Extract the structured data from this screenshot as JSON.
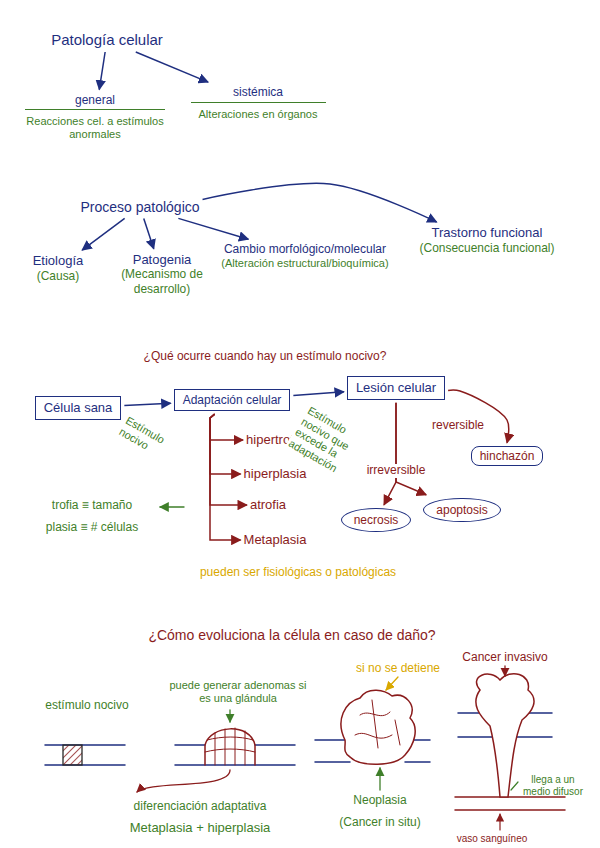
{
  "diagram": {
    "nodes": [
      {
        "text": [
          "Patología celular"
        ]
      },
      {
        "text": [
          "general",
          "Reacciones cel. a estímulos anormales"
        ]
      },
      {
        "text": [
          "sistémica",
          "Alteraciones en órganos"
        ]
      },
      {
        "text": [
          "Proceso patológico"
        ]
      },
      {
        "text": [
          "Etiología",
          "(Causa)"
        ]
      },
      {
        "text": [
          "Patogenia",
          "(Mecanismo de desarrollo)"
        ]
      },
      {
        "text": [
          "Cambio morfológico/molecular",
          "(Alteración estructural/bioquímica)"
        ]
      },
      {
        "text": [
          "Trastorno funcional",
          "(Consecuencia funcional)"
        ]
      },
      {
        "text": [
          "Célula sana"
        ]
      },
      {
        "text": [
          "Adaptación celular"
        ]
      },
      {
        "text": [
          "Lesión celular"
        ]
      },
      {
        "text": [
          "hipertrofia"
        ]
      },
      {
        "text": [
          "hiperplasia"
        ]
      },
      {
        "text": [
          "atrofia"
        ]
      },
      {
        "text": [
          "Metaplasia"
        ]
      },
      {
        "text": [
          "hinchazón"
        ]
      },
      {
        "text": [
          "necrosis"
        ]
      },
      {
        "text": [
          "apoptosis"
        ]
      }
    ],
    "edges": [
      {
        "from": 0,
        "to": 1,
        "arrow": "to"
      },
      {
        "from": 0,
        "to": 2,
        "arrow": "to"
      },
      {
        "from": 3,
        "to": 4,
        "arrow": "to"
      },
      {
        "from": 3,
        "to": 5,
        "arrow": "to"
      },
      {
        "from": 3,
        "to": 6,
        "arrow": "to"
      },
      {
        "from": 3,
        "to": 7,
        "arrow": "to"
      },
      {
        "from": 8,
        "to": 9,
        "label": "Estímulo nocivo",
        "arrow": "to"
      },
      {
        "from": 9,
        "to": 10,
        "label": "Estímulo nocivo que excede la adaptación",
        "arrow": "to"
      },
      {
        "from": 9,
        "to": 11,
        "arrow": "to"
      },
      {
        "from": 9,
        "to": 12,
        "arrow": "to"
      },
      {
        "from": 9,
        "to": 13,
        "arrow": "to"
      },
      {
        "from": 9,
        "to": 14,
        "arrow": "to"
      },
      {
        "from": 10,
        "to": 15,
        "label": "reversible",
        "arrow": "to"
      },
      {
        "from": 10,
        "to": 16,
        "label": "irreversible",
        "arrow": "to"
      },
      {
        "from": 10,
        "to": 17,
        "arrow": "to"
      }
    ],
    "labels": [
      "¿Qué ocurre cuando hay un estímulo nocivo?",
      "trofia ≡ tamaño",
      "plasia ≡ # células",
      "pueden ser fisiológicas o patológicas",
      "¿Cómo evoluciona la célula en caso de daño?",
      "estímulo nocivo",
      "puede generar adenomas si es una glándula",
      "diferenciación adaptativa",
      "Metaplasia + hiperplasia",
      "si no se detiene",
      "Neoplasia",
      "(Cancer in situ)",
      "Cancer invasivo",
      "llega a un medio difusor",
      "vaso sanguíneo"
    ]
  }
}
